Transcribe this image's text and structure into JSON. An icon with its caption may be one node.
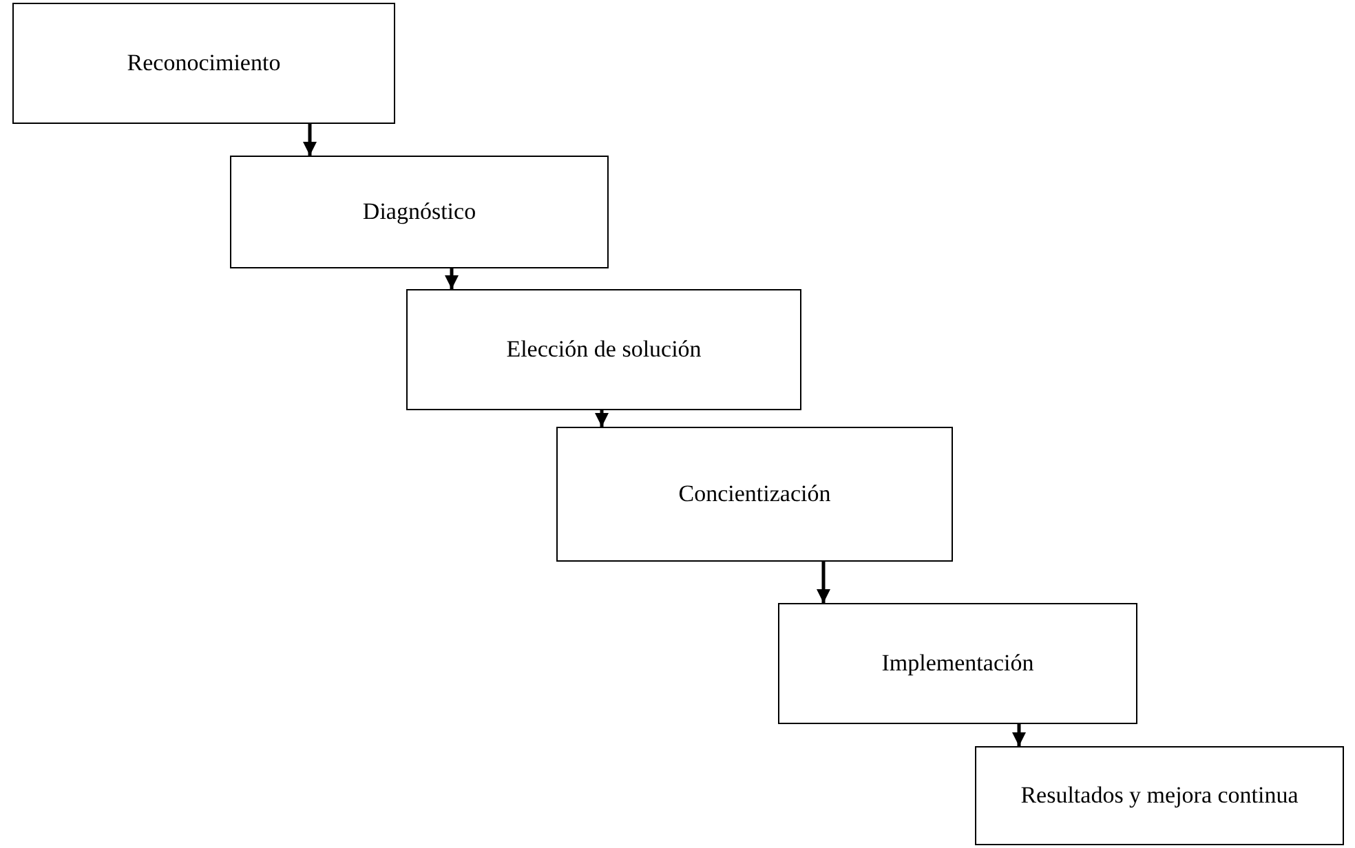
{
  "diagram": {
    "nodes": [
      {
        "text": [
          "Reconocimiento"
        ]
      },
      {
        "text": [
          "Diagnóstico"
        ]
      },
      {
        "text": [
          "Elección de solución"
        ]
      },
      {
        "text": [
          "Concientización"
        ]
      },
      {
        "text": [
          "Implementación"
        ]
      },
      {
        "text": [
          "Resultados y mejora continua"
        ]
      }
    ],
    "edges": [
      {
        "from": 0,
        "to": 1,
        "arrow": "to"
      },
      {
        "from": 1,
        "to": 2,
        "arrow": "to"
      },
      {
        "from": 2,
        "to": 3,
        "arrow": "to"
      },
      {
        "from": 3,
        "to": 4,
        "arrow": "to"
      },
      {
        "from": 4,
        "to": 5,
        "arrow": "to"
      }
    ]
  }
}
